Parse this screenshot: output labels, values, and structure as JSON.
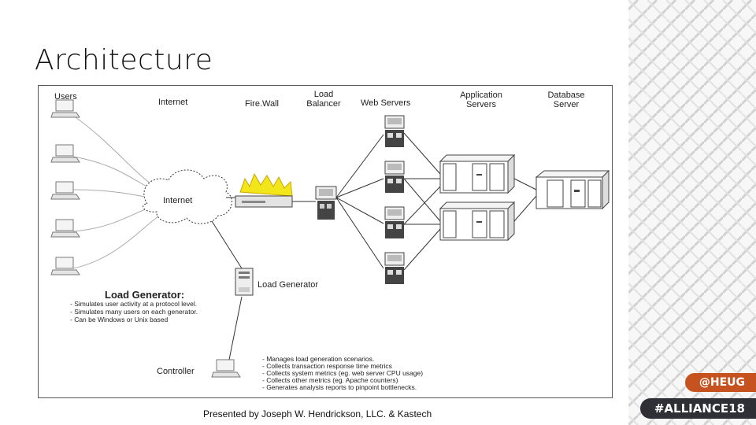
{
  "slide": {
    "title": "Architecture",
    "footer": "Presented by Joseph W. Hendrickson, LLC. & Kastech",
    "tags": [
      "@HEUG",
      "#ALLIANCE18"
    ]
  },
  "diagram": {
    "columns": {
      "users": "Users",
      "internet": "Internet",
      "firewall": "Fire.Wall",
      "load_balancer_1": "Load",
      "load_balancer_2": "Balancer",
      "web_servers": "Web Servers",
      "app_servers_1": "Application",
      "app_servers_2": "Servers",
      "db_server_1": "Database",
      "db_server_2": "Server"
    },
    "cloud_label": "Internet",
    "load_generator_label": "Load Generator",
    "load_generator_title": "Load Generator:",
    "load_generator_notes": [
      "- Simulates user activity at a protocol level.",
      "- Simulates many users on each generator.",
      "- Can be Windows or Unix based"
    ],
    "controller_label": "Controller",
    "controller_notes": [
      "- Manages load generation scenarios.",
      "- Collects transaction response time metrics",
      "- Collects system metrics (eg. web server CPU usage)",
      "- Collects other metrics (eg. Apache counters)",
      "- Generates analysis reports to pinpoint bottlenecks."
    ]
  },
  "colors": {
    "accent_orange": "#c6531f",
    "tag_dark": "#2f3035",
    "flame_yellow": "#f2e51a"
  }
}
